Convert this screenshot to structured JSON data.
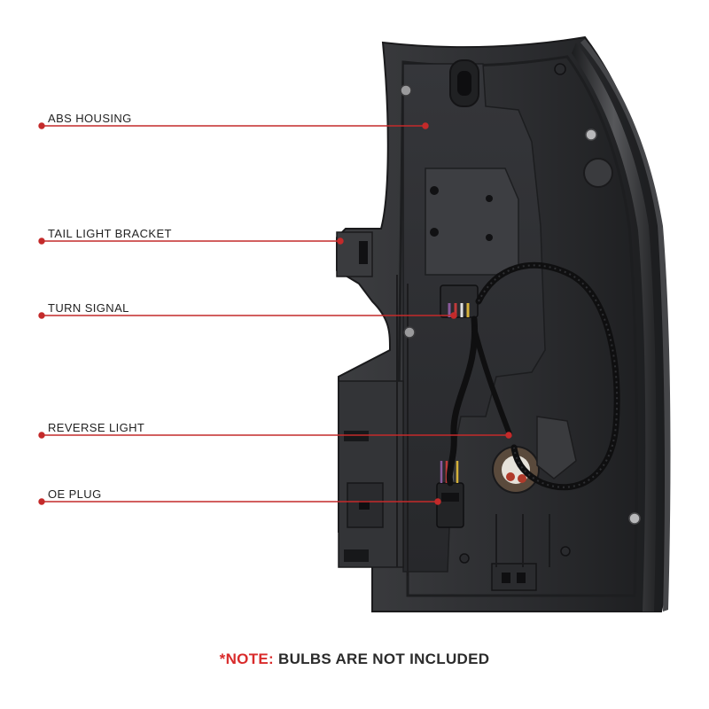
{
  "callouts": [
    {
      "id": "abs-housing",
      "label": "ABS HOUSING"
    },
    {
      "id": "tail-light-bracket",
      "label": "TAIL LIGHT BRACKET"
    },
    {
      "id": "turn-signal",
      "label": "TURN SIGNAL"
    },
    {
      "id": "reverse-light",
      "label": "REVERSE LIGHT"
    },
    {
      "id": "oe-plug",
      "label": "OE PLUG"
    }
  ],
  "note": {
    "prefix": "*NOTE:",
    "text": "BULBS ARE NOT INCLUDED"
  },
  "colors": {
    "callout_line": "#c42a2a",
    "callout_dot": "#c42a2a",
    "note_prefix": "#d92b2b",
    "housing_dark": "#2e2f32"
  }
}
